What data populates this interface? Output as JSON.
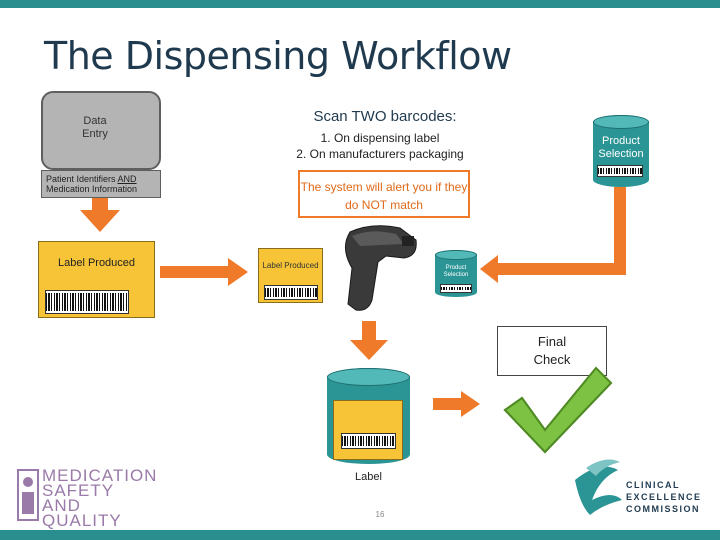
{
  "title": "The Dispensing Workflow",
  "data_entry": {
    "label": "Data Entry",
    "patient_prefix": "Patient Identifiers ",
    "patient_and": "AND",
    "patient_suffix": " Medication Information"
  },
  "scan": {
    "heading": "Scan TWO barcodes:",
    "item1": "1. On dispensing label",
    "item2": "2. On manufacturers packaging"
  },
  "alert": "The system will alert you if they do NOT match",
  "product_selection": "Product Selection",
  "label_produced": "Label Produced",
  "label_small": "Label Produced",
  "mini_product": "Product Selection",
  "label_caption": "Label",
  "final_check": "Final Check",
  "page_number": "16",
  "logos": {
    "msq_text": "MEDICATION SAFETY AND QUALITY",
    "cec_line1": "CLINICAL",
    "cec_line2": "EXCELLENCE",
    "cec_line3": "COMMISSION"
  },
  "colors": {
    "orange": "#ee7a2a",
    "teal": "#2b9494",
    "yellow": "#f6c436",
    "green": "#7dc242",
    "title": "#1f3a4e"
  }
}
